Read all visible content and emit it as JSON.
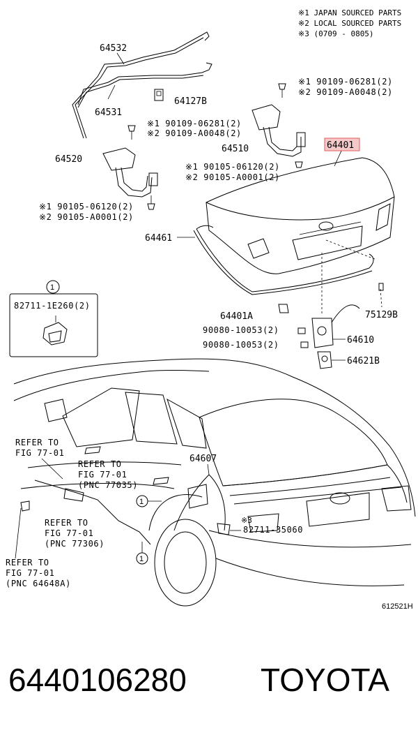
{
  "notes": [
    "※1 JAPAN SOURCED PARTS",
    "※2 LOCAL SOURCED PARTS",
    "※3 (0709 - 0805)"
  ],
  "labels": {
    "p64532": "64532",
    "p64531": "64531",
    "p64127b": "64127B",
    "s1_a": "※1 90109-06281(2)",
    "s2_a": "※2 90109-A0048(2)",
    "s1_b": "※1 90109-06281(2)",
    "s2_b": "※2 90109-A0048(2)",
    "p64510": "64510",
    "p64401": "64401",
    "p64520": "64520",
    "s1_c": "※1 90105-06120(2)",
    "s2_c": "※2 90105-A0001(2)",
    "s1_d": "※1 90105-06120(2)",
    "s2_d": "※2 90105-A0001(2)",
    "p64461": "64461",
    "circle1": "1",
    "p82711_1e260": "82711-1E260(2)",
    "p64401a": "64401A",
    "p75129b": "75129B",
    "p90080_a": "90080-10053(2)",
    "p90080_b": "90080-10053(2)",
    "p64610": "64610",
    "p64621b": "64621B",
    "refer1_l1": "REFER TO",
    "refer1_l2": "FIG 77-01",
    "refer2_l1": "REFER TO",
    "refer2_l2": "FIG 77-01",
    "refer2_l3": "(PNC 77035)",
    "p64607": "64607",
    "circle1_b": "1",
    "circle1_c": "1",
    "refer3_l1": "REFER TO",
    "refer3_l2": "FIG 77-01",
    "refer3_l3": "(PNC 77306)",
    "s3_mark": "※3",
    "p82711_35060": "82711-35060",
    "refer4_l1": "REFER TO",
    "refer4_l2": "FIG 77-01",
    "refer4_l3": "(PNC 64648A)",
    "diagram_code": "612521H"
  },
  "footer": {
    "part_number": "6440106280",
    "brand": "TOYOTA"
  },
  "colors": {
    "highlight_fill": "#f5c9c9",
    "highlight_stroke": "#e35a5a",
    "ink": "#000000"
  }
}
